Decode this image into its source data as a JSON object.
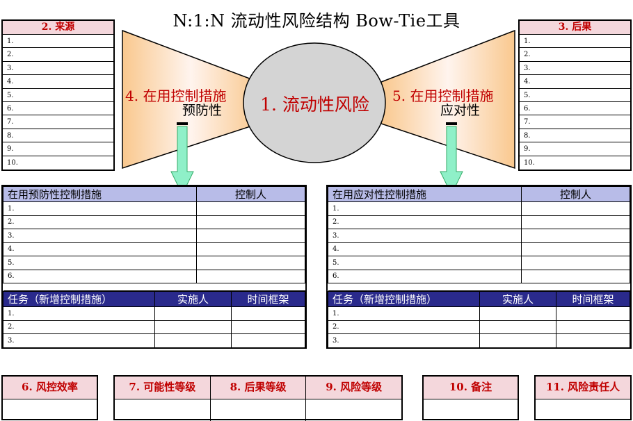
{
  "title": "N:1:N 流动性风险结构 Bow-Tie工具",
  "sources": {
    "header": "2. 来源",
    "items": [
      "1.",
      "2.",
      "3.",
      "4.",
      "5.",
      "6.",
      "7.",
      "8.",
      "9.",
      "10."
    ]
  },
  "consequences": {
    "header": "3. 后果",
    "items": [
      "1.",
      "2.",
      "3.",
      "4.",
      "5.",
      "6.",
      "7.",
      "8.",
      "9.",
      "10."
    ]
  },
  "center": {
    "label": "1. 流动性风险"
  },
  "left_wing": {
    "title": "4. 在用控制措施",
    "subtitle": "预防性"
  },
  "right_wing": {
    "title": "5. 在用控制措施",
    "subtitle": "应对性"
  },
  "preventive_table": {
    "col1": "在用预防性控制措施",
    "col2": "控制人",
    "rows": [
      "1.",
      "2.",
      "3.",
      "4.",
      "5.",
      "6."
    ],
    "task_header": [
      "任务（新增控制措施）",
      "实施人",
      "时间框架"
    ],
    "task_rows": [
      "1.",
      "2.",
      "3."
    ]
  },
  "response_table": {
    "col1": "在用应对性控制措施",
    "col2": "控制人",
    "rows": [
      "1.",
      "2.",
      "3.",
      "4.",
      "5.",
      "6."
    ],
    "task_header": [
      "任务（新增控制措施）",
      "实施人",
      "时间框架"
    ],
    "task_rows": [
      "1.",
      "2.",
      "3."
    ]
  },
  "bottom": {
    "effectiveness": "6. 风控效率",
    "likelihood": "7. 可能性等级",
    "impact": "8. 后果等级",
    "risk_level": "9. 风险等级",
    "notes": "10. 备注",
    "owner": "11. 风险责任人"
  }
}
